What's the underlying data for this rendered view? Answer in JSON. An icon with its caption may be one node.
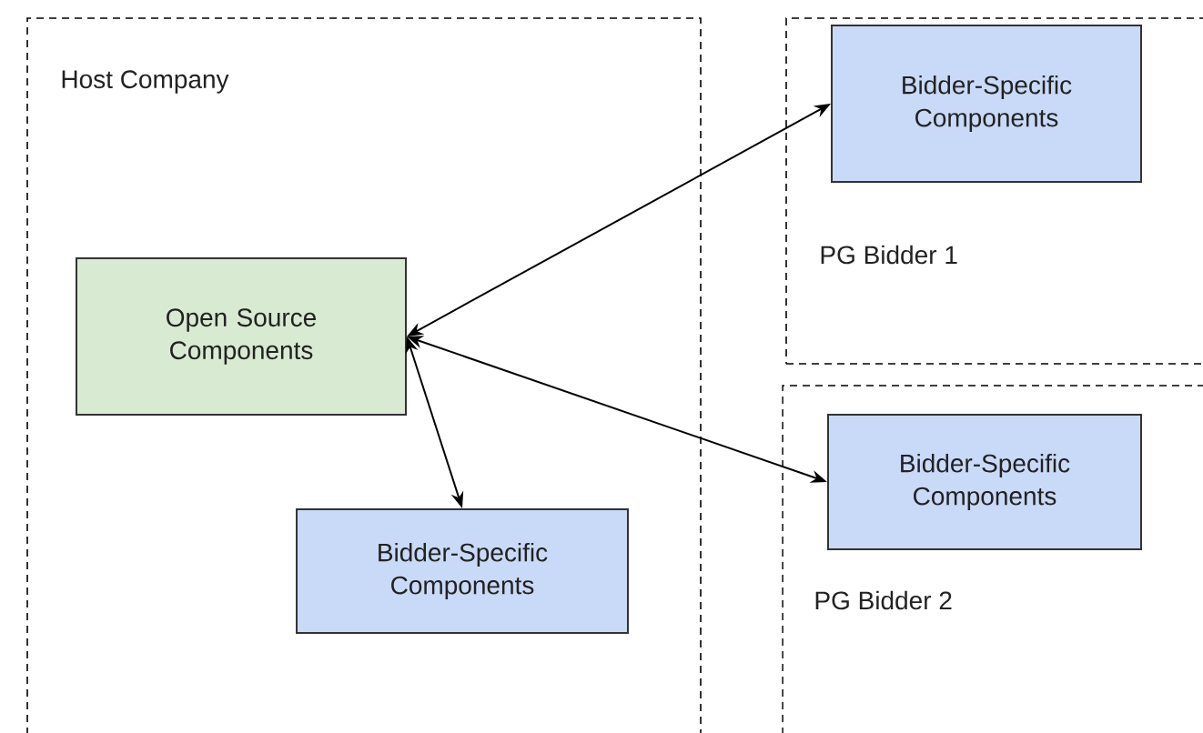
{
  "diagram": {
    "nodes": [
      {
        "text": [
          "Host Company"
        ]
      },
      {
        "text": [
          "Open Source Components"
        ],
        "in": 0
      },
      {
        "text": [
          "Bidder-Specific Components"
        ],
        "in": 0
      },
      {
        "text": [
          "PG Bidder 1"
        ]
      },
      {
        "text": [
          "Bidder-Specific Components"
        ],
        "in": 3
      },
      {
        "text": [
          "PG Bidder 2"
        ]
      },
      {
        "text": [
          "Bidder-Specific Components"
        ],
        "in": 5
      }
    ],
    "edges": [
      {
        "from": 1,
        "to": 4,
        "arrow": "both"
      },
      {
        "from": 1,
        "to": 2,
        "arrow": "both"
      },
      {
        "from": 1,
        "to": 6,
        "arrow": "both"
      }
    ]
  }
}
